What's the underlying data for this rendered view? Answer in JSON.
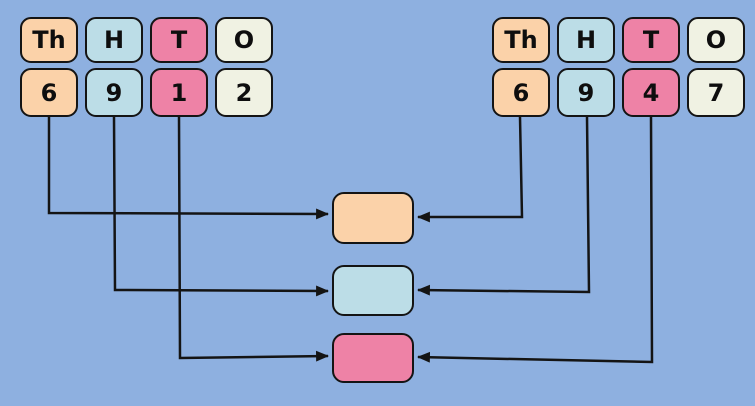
{
  "colors": {
    "background": "#8EB0E0",
    "outline": "#141414",
    "thousands": "#FBD2A9",
    "hundreds": "#BCDDE7",
    "tens": "#EE82A6",
    "ones": "#F0F2E3"
  },
  "left_number": {
    "value": "6912",
    "headers": [
      "Th",
      "H",
      "T",
      "O"
    ],
    "digits": [
      "6",
      "9",
      "1",
      "2"
    ]
  },
  "right_number": {
    "value": "6947",
    "headers": [
      "Th",
      "H",
      "T",
      "O"
    ],
    "digits": [
      "6",
      "9",
      "4",
      "7"
    ]
  },
  "compare_boxes": [
    {
      "name": "thousands",
      "color": "#FBD2A9",
      "text": ""
    },
    {
      "name": "hundreds",
      "color": "#BCDDE7",
      "text": ""
    },
    {
      "name": "tens",
      "color": "#EE82A6",
      "text": ""
    }
  ],
  "arrows": [
    {
      "from": "left digit 6 (Th)",
      "to": "thousands compare box"
    },
    {
      "from": "left digit 9 (H)",
      "to": "hundreds compare box"
    },
    {
      "from": "left digit 1 (T)",
      "to": "tens compare box"
    },
    {
      "from": "right digit 6 (Th)",
      "to": "thousands compare box"
    },
    {
      "from": "right digit 9 (H)",
      "to": "hundreds compare box"
    },
    {
      "from": "right digit 4 (T)",
      "to": "tens compare box"
    }
  ]
}
